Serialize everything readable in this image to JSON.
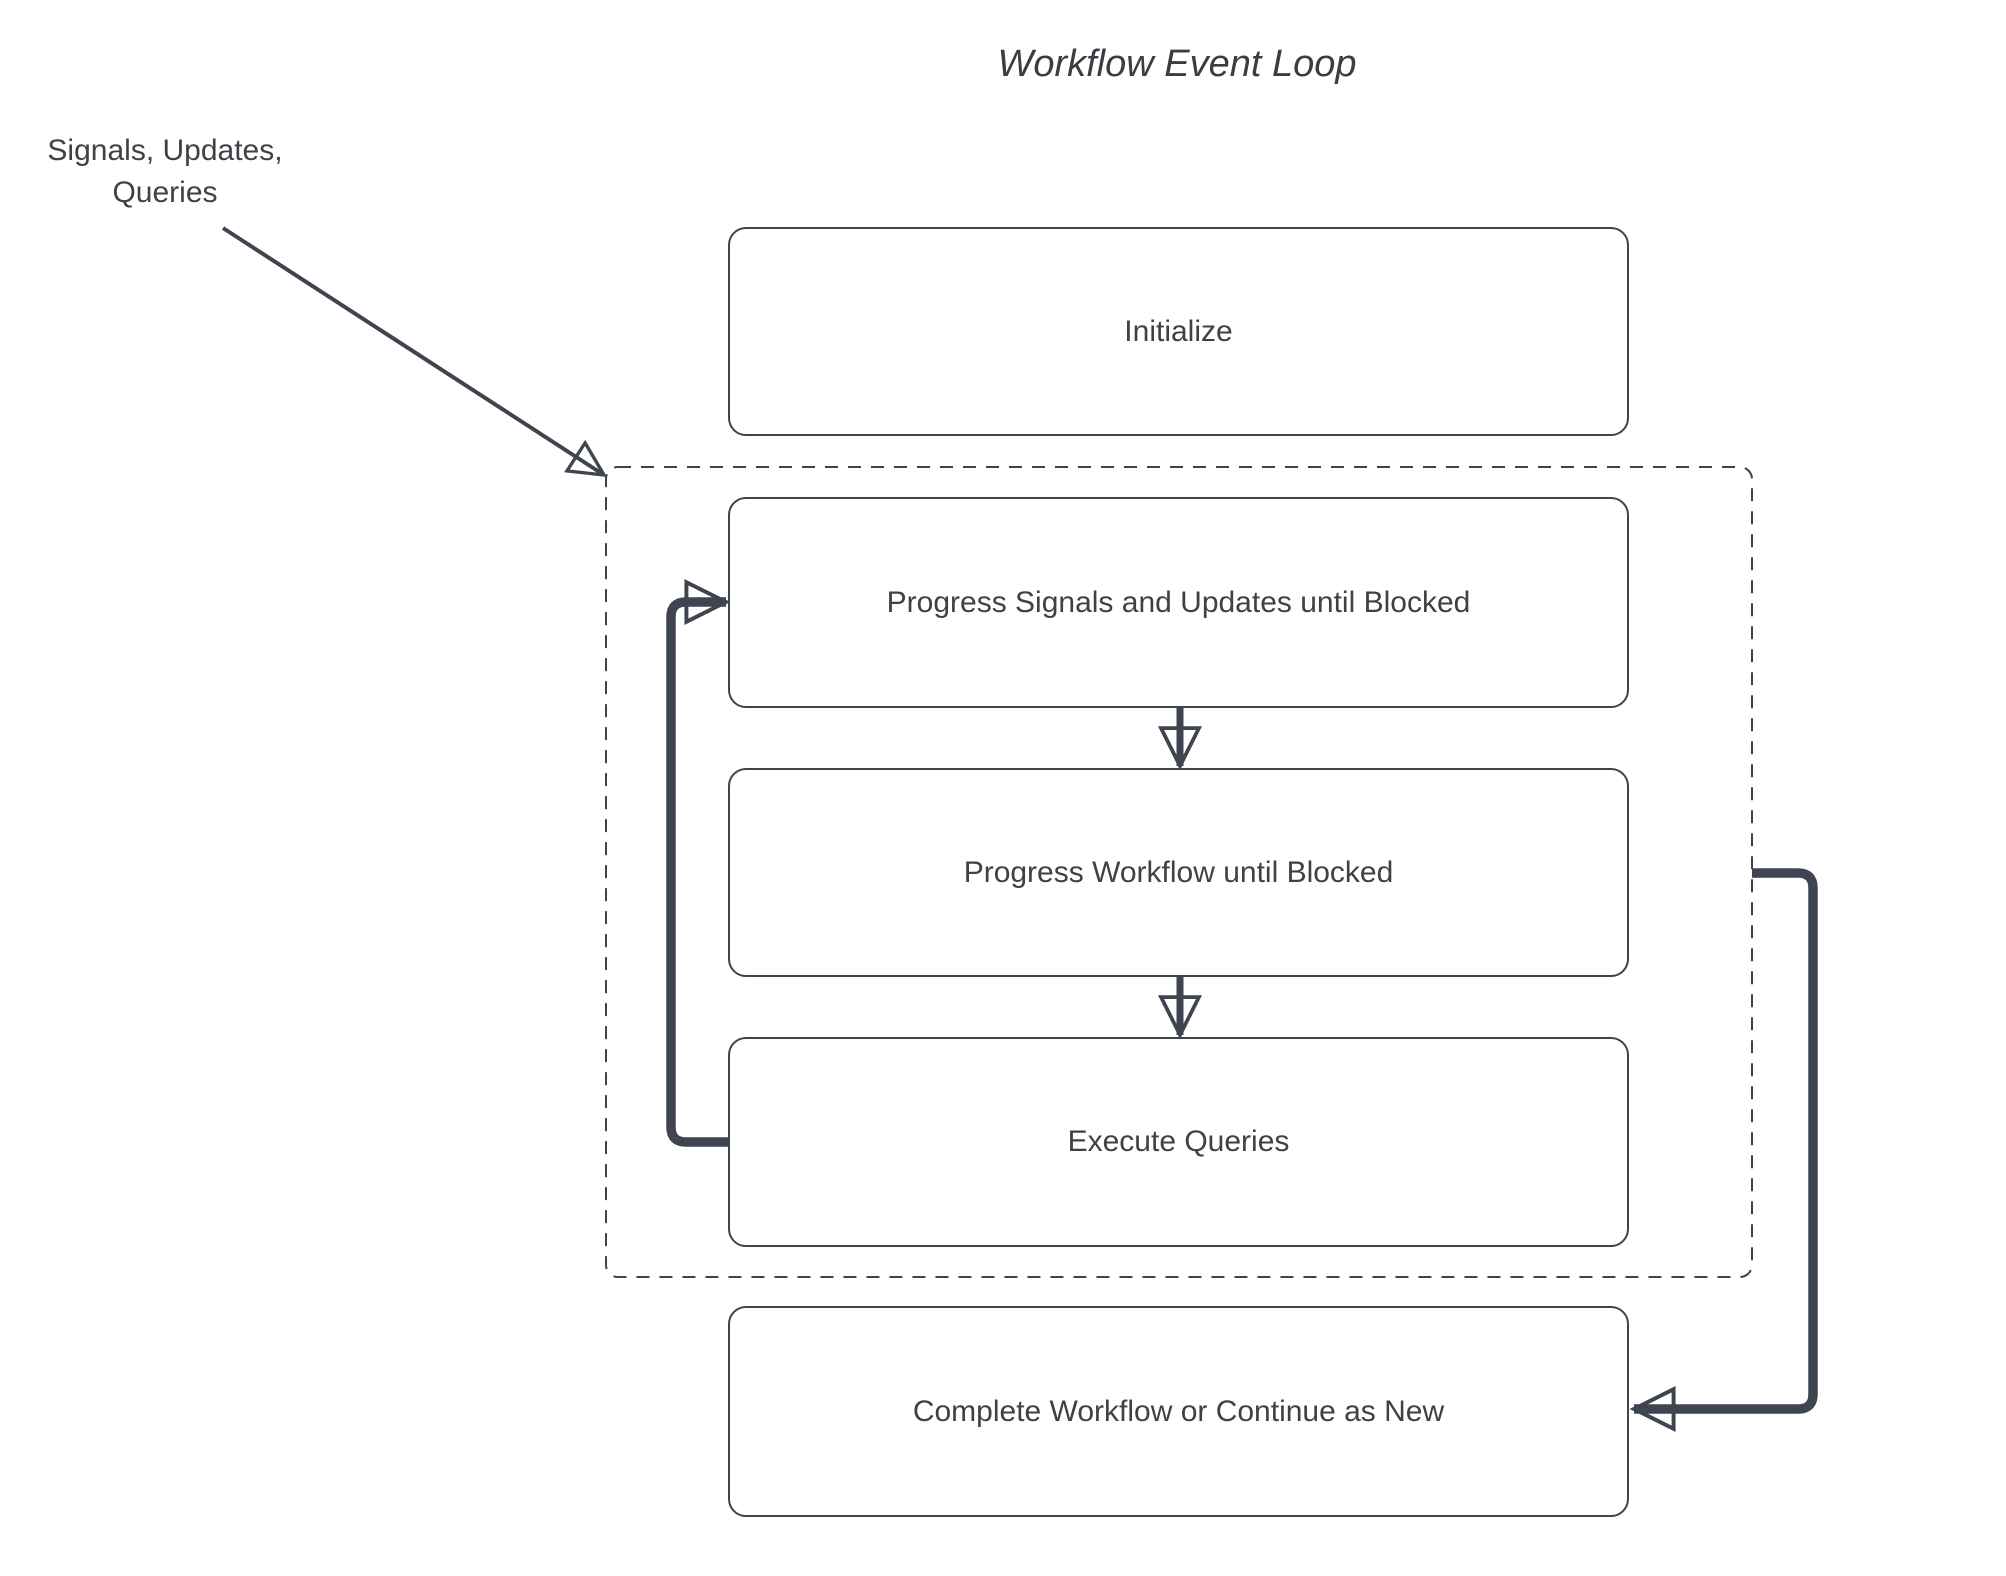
{
  "diagram": {
    "title": "Workflow Event Loop",
    "annotation": "Signals, Updates,\nQueries",
    "nodes": {
      "initialize": {
        "label": "Initialize"
      },
      "progress_signals": {
        "label": "Progress Signals and Updates until Blocked"
      },
      "progress_workflow": {
        "label": "Progress Workflow until Blocked"
      },
      "execute_queries": {
        "label": "Execute Queries"
      },
      "complete": {
        "label": "Complete Workflow or Continue as New"
      }
    },
    "group": {
      "name": "event-loop-group",
      "contains": [
        "progress_signals",
        "progress_workflow",
        "execute_queries"
      ],
      "border_style": "dashed"
    },
    "edges": [
      {
        "name": "annotation-to-event-loop-group",
        "from": "annotation",
        "to": "event-loop-group",
        "style": "thin-arrow"
      },
      {
        "name": "progress-signals-to-progress-workflow",
        "from": "progress_signals",
        "to": "progress_workflow",
        "style": "straight-arrow"
      },
      {
        "name": "progress-workflow-to-execute-queries",
        "from": "progress_workflow",
        "to": "execute_queries",
        "style": "straight-arrow"
      },
      {
        "name": "execute-queries-to-progress-signals",
        "from": "execute_queries",
        "to": "progress_signals",
        "style": "thick-elbow-arrow"
      },
      {
        "name": "event-loop-group-to-complete",
        "from": "event-loop-group",
        "to": "complete",
        "style": "thick-elbow-arrow"
      }
    ],
    "colors": {
      "background": "#ffffff",
      "line": "#3e4450",
      "box_border": "#3f444b",
      "text": "#3d4247",
      "title": "#3a3e42"
    }
  }
}
